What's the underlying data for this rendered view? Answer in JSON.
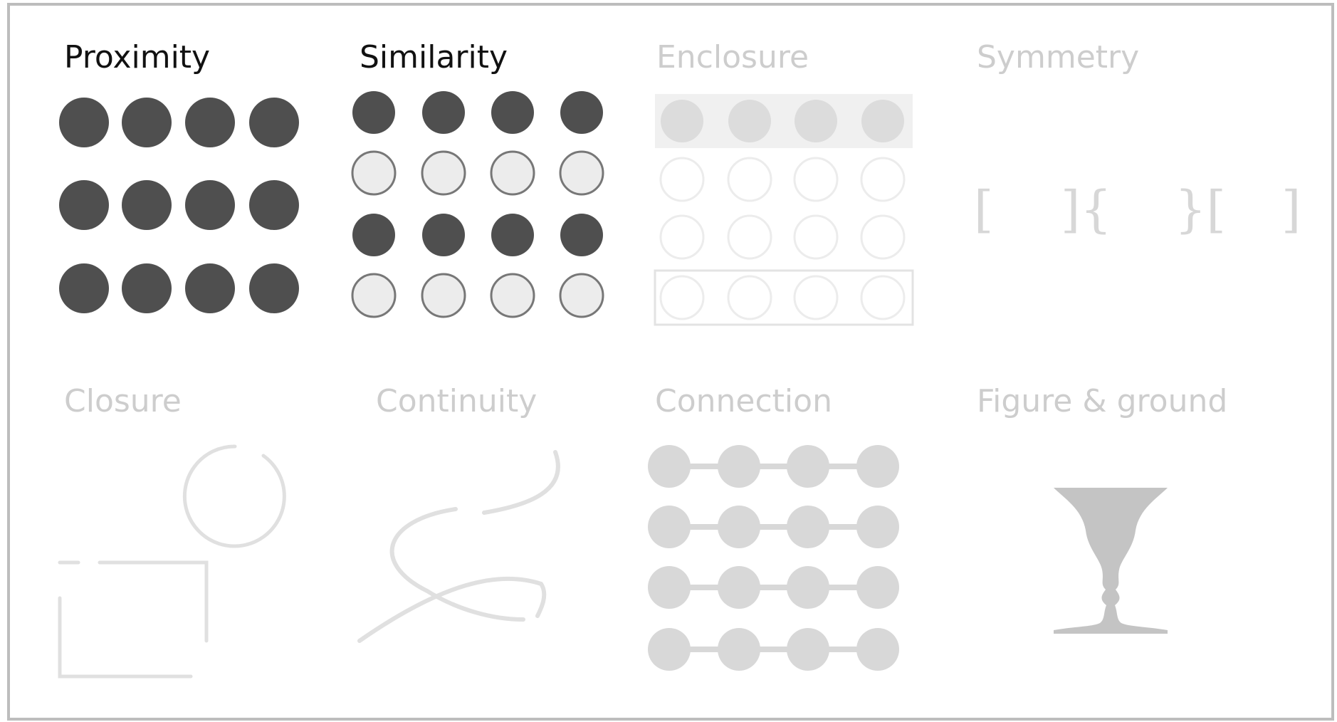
{
  "principles": [
    {
      "id": "proximity",
      "label": "Proximity",
      "active": true
    },
    {
      "id": "similarity",
      "label": "Similarity",
      "active": true
    },
    {
      "id": "enclosure",
      "label": "Enclosure",
      "active": false
    },
    {
      "id": "symmetry",
      "label": "Symmetry",
      "active": false
    },
    {
      "id": "closure",
      "label": "Closure",
      "active": false
    },
    {
      "id": "continuity",
      "label": "Continuity",
      "active": false
    },
    {
      "id": "connection",
      "label": "Connection",
      "active": false
    },
    {
      "id": "figure_ground",
      "label": "Figure & ground",
      "active": false
    }
  ],
  "symmetry_glyphs": [
    "[",
    "]{",
    "}[",
    "]"
  ],
  "colors": {
    "active_label": "#111111",
    "muted_label": "#cdcdcd",
    "dark_dot": "#4f4f4f",
    "light_dot_fill": "#ececec",
    "pale_shape": "#d8d8d8",
    "frame_border": "#bdbdbd"
  }
}
